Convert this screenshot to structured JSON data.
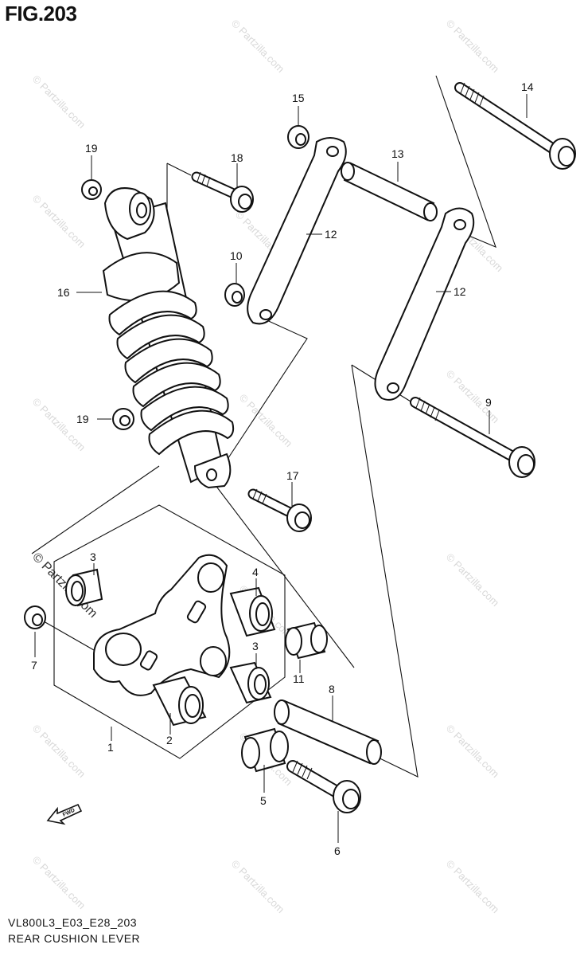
{
  "figure": {
    "title": "FIG.203",
    "code": "VL800L3_E03_E28_203",
    "name": "REAR CUSHION LEVER",
    "watermark": "© Partzilla.com",
    "fwd_label": "FWD"
  },
  "callouts": [
    {
      "id": "c1",
      "label": "1"
    },
    {
      "id": "c2",
      "label": "2"
    },
    {
      "id": "c3a",
      "label": "3"
    },
    {
      "id": "c3b",
      "label": "3"
    },
    {
      "id": "c4",
      "label": "4"
    },
    {
      "id": "c5",
      "label": "5"
    },
    {
      "id": "c6",
      "label": "6"
    },
    {
      "id": "c7",
      "label": "7"
    },
    {
      "id": "c8",
      "label": "8"
    },
    {
      "id": "c9",
      "label": "9"
    },
    {
      "id": "c10",
      "label": "10"
    },
    {
      "id": "c11",
      "label": "11"
    },
    {
      "id": "c12a",
      "label": "12"
    },
    {
      "id": "c12b",
      "label": "12"
    },
    {
      "id": "c13",
      "label": "13"
    },
    {
      "id": "c14",
      "label": "14"
    },
    {
      "id": "c15",
      "label": "15"
    },
    {
      "id": "c16",
      "label": "16"
    },
    {
      "id": "c17",
      "label": "17"
    },
    {
      "id": "c18",
      "label": "18"
    },
    {
      "id": "c19a",
      "label": "19"
    },
    {
      "id": "c19b",
      "label": "19"
    }
  ]
}
